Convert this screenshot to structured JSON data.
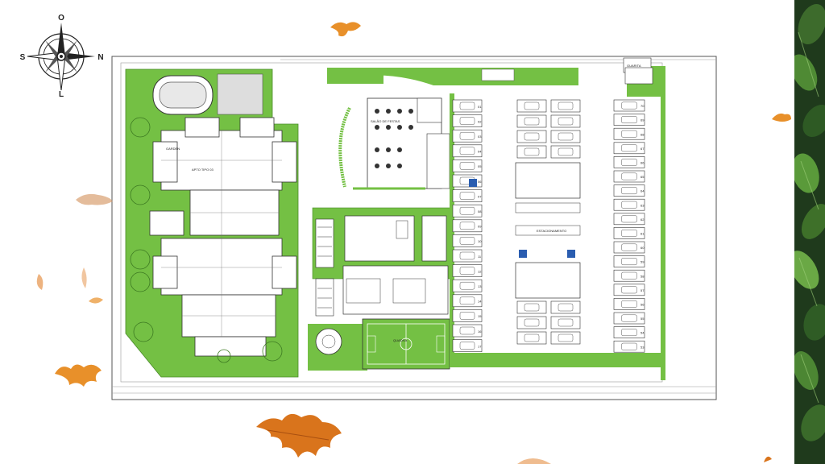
{
  "slide": {
    "background": "#ffffff",
    "accent_green": "#74c044",
    "leaf_color": "#e8902a"
  },
  "compass": {
    "north": "O",
    "south": "L",
    "west": "S",
    "east": "N"
  },
  "plan": {
    "labels": {
      "garden": "GARDEN",
      "apartment_type": "APTO TIPO 03",
      "salao_de_festas": "SALÃO DE FESTAS",
      "estacionamento": "ESTACIONAMENTO",
      "quadra": "QUADRA",
      "guarita": "GUARITA"
    },
    "parking_numbers": {
      "left_column": [
        "01",
        "02",
        "03",
        "04",
        "05",
        "06",
        "07",
        "08",
        "09",
        "10",
        "11",
        "12",
        "13",
        "14",
        "15",
        "16",
        "17"
      ],
      "right_column": [
        "70",
        "69",
        "68",
        "67",
        "66",
        "65",
        "64",
        "63",
        "62",
        "61",
        "60",
        "59",
        "58",
        "57",
        "56",
        "55",
        "54",
        "53"
      ]
    },
    "icons": [
      "compass-rose-icon",
      "tree-icon",
      "car-icon",
      "table-icon",
      "pool-icon",
      "accessible-parking-icon"
    ]
  }
}
